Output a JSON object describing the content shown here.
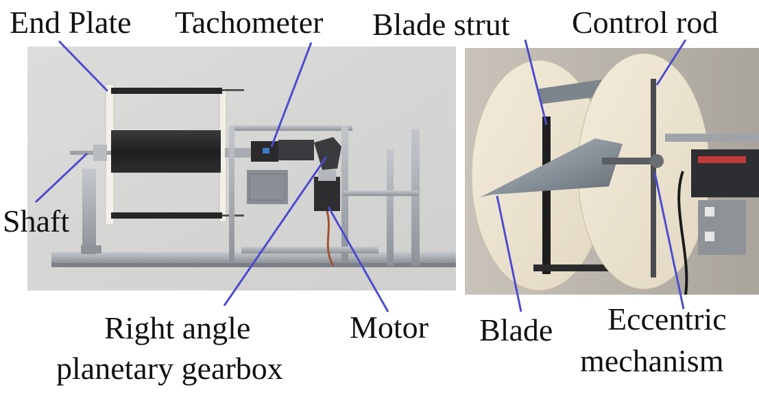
{
  "labels": {
    "end_plate": "End Plate",
    "tachometer": "Tachometer",
    "blade_strut": "Blade strut",
    "control_rod": "Control rod",
    "shaft": "Shaft",
    "right_angle": "Right angle",
    "planetary_gearbox": "planetary gearbox",
    "motor": "Motor",
    "blade": "Blade",
    "eccentric": "Eccentric",
    "mechanism": "mechanism"
  },
  "colors": {
    "leader_line": "#4b4bd0",
    "wall_left": "#d9d9d7",
    "wall_right": "#b9b4ac",
    "frame": "#9a9fa5",
    "blade_dark": "#2b2b2d",
    "end_plate": "#efe8d6"
  }
}
